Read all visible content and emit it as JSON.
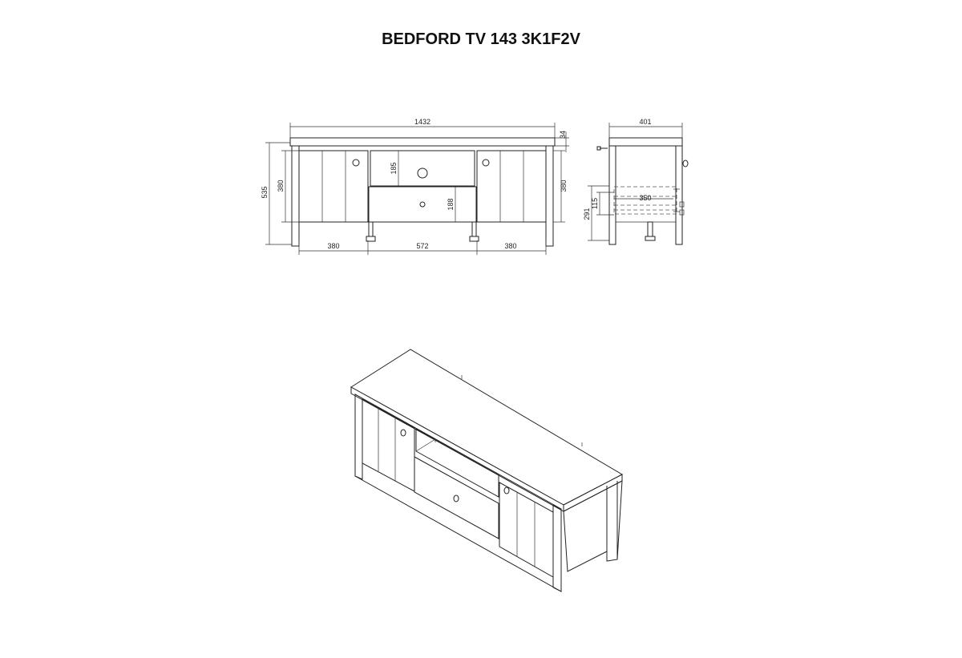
{
  "title": "BEDFORD TV 143 3K1F2V",
  "dimensions": {
    "total_width": "1432",
    "top_thickness": "34",
    "total_height": "535",
    "door_height_left": "380",
    "door_height_right": "380",
    "shelf_opening": "185",
    "drawer_height": "188",
    "left_section_width": "380",
    "middle_section_width": "572",
    "right_section_width": "380",
    "depth": "401",
    "inner_depth": "350",
    "side_height": "291",
    "drawer_side_height": "115"
  }
}
